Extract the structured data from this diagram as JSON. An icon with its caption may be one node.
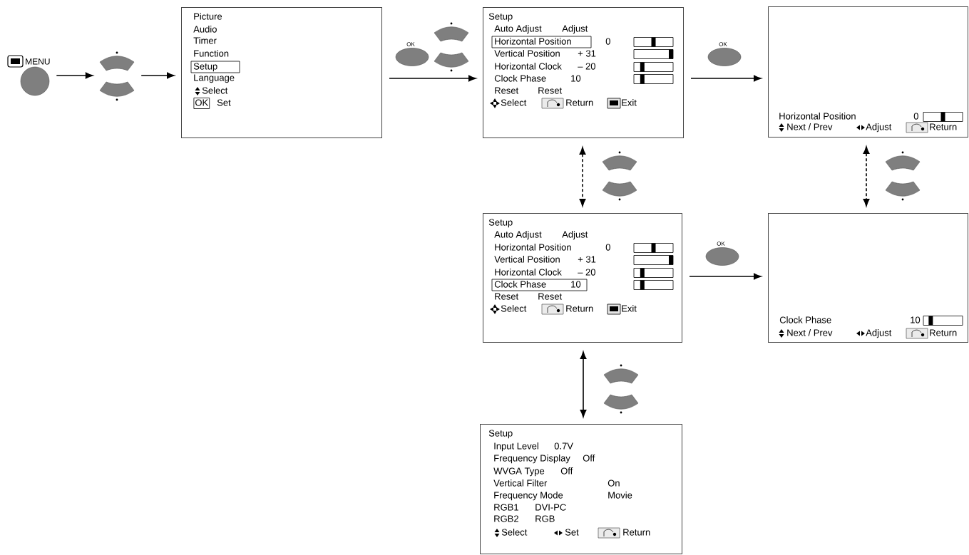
{
  "diagram": {
    "nodes": [
      {
        "text": [
          "MENU"
        ]
      },
      {
        "text": [],
        "shape": "button"
      },
      {
        "text": [
          "Picture",
          "Audio",
          "Timer",
          "Function",
          "Setup",
          "Language",
          "Select",
          "OK",
          "Set"
        ]
      },
      {
        "text": [
          "OK"
        ]
      },
      {
        "text": [],
        "shape": "button"
      },
      {
        "text": [
          "Setup",
          "Auto Adjust",
          "Adjust",
          "Horizontal Position",
          "0",
          "Vertical Position",
          "+ 31",
          "Horizontal Clock",
          "– 20",
          "Clock Phase",
          "10",
          "Reset",
          "Reset",
          "Select",
          "Return",
          "Exit"
        ]
      },
      {
        "text": [
          "OK"
        ]
      },
      {
        "text": [
          "Horizontal Position",
          "0",
          "Next / Prev",
          "Adjust",
          "Return"
        ]
      },
      {
        "text": [],
        "shape": "button"
      },
      {
        "text": [],
        "shape": "button"
      },
      {
        "text": [
          "Setup",
          "Auto Adjust",
          "Adjust",
          "Horizontal Position",
          "0",
          "Vertical Position",
          "+ 31",
          "Horizontal Clock",
          "– 20",
          "Clock Phase",
          "10",
          "Reset",
          "Reset",
          "Select",
          "Return",
          "Exit"
        ]
      },
      {
        "text": [
          "OK"
        ]
      },
      {
        "text": [
          "Clock Phase",
          "10",
          "Next / Prev",
          "Adjust",
          "Return"
        ]
      },
      {
        "text": [],
        "shape": "button"
      },
      {
        "text": [
          "Setup",
          "Input Level",
          "0.7V",
          "Frequency Display",
          "Off",
          "WVGA Type",
          "Off",
          "Vertical Filter",
          "On",
          "Frequency Mode",
          "Movie",
          "RGB1",
          "DVI-PC",
          "RGB2",
          "RGB",
          "Select",
          "Set",
          "Return"
        ]
      }
    ],
    "edges": [
      {
        "from": 0,
        "to": 1,
        "arrow": "to"
      },
      {
        "from": 1,
        "to": 2,
        "arrow": "to"
      },
      {
        "from": 2,
        "to": 5,
        "arrow": "to"
      },
      {
        "from": 5,
        "to": 7,
        "arrow": "to"
      },
      {
        "from": 5,
        "to": 10,
        "arrow": "both",
        "style": "dashed"
      },
      {
        "from": 7,
        "to": 12,
        "arrow": "both",
        "style": "dashed"
      },
      {
        "from": 10,
        "to": 12,
        "arrow": "to"
      },
      {
        "from": 10,
        "to": 14,
        "arrow": "both"
      }
    ]
  }
}
